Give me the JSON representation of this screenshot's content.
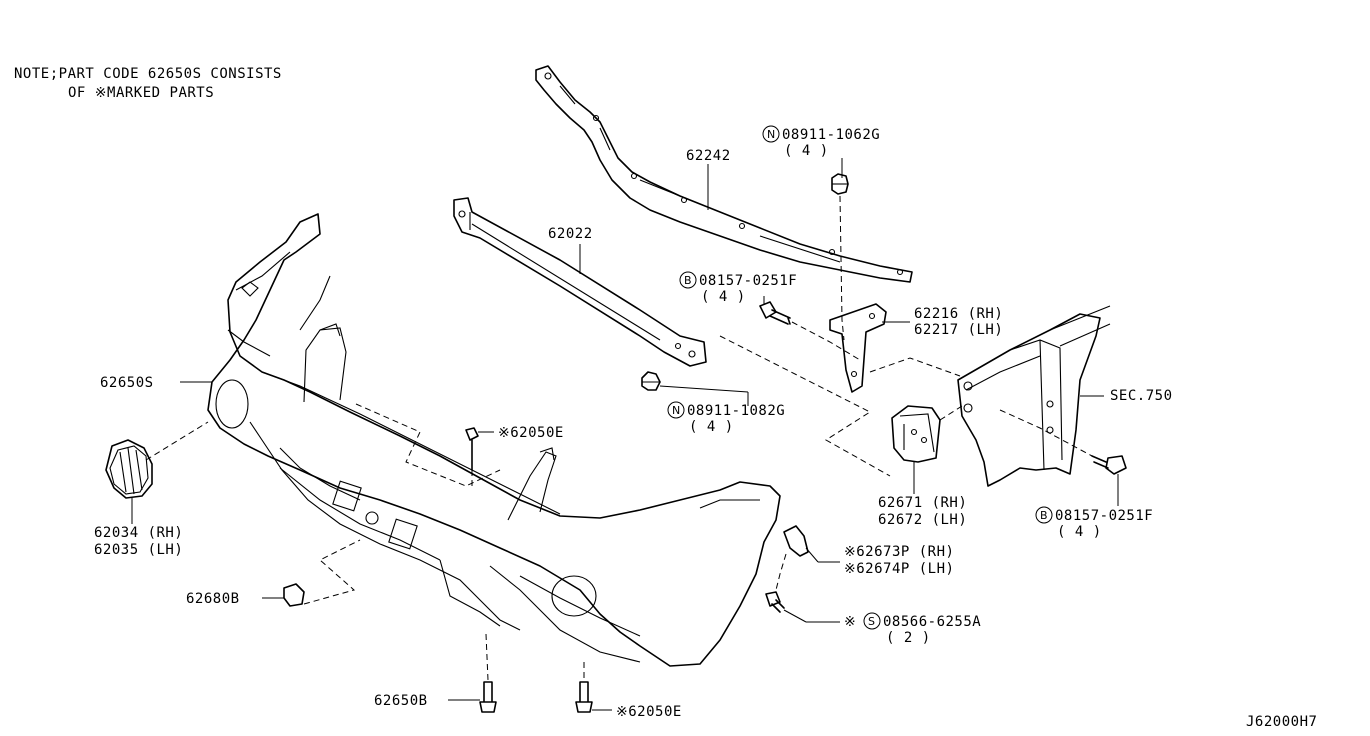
{
  "note": {
    "line1": "NOTE;PART CODE 62650S CONSISTS",
    "line2": "OF ※MARKED PARTS"
  },
  "diagram_code": "J62000H7",
  "labels": {
    "p62242": "62242",
    "p62022": "62022",
    "n08911_1062g": "08911-1062G",
    "n08911_1062g_qty": "( 4 )",
    "b08157_top": "08157-0251F",
    "b08157_top_qty": "( 4 )",
    "p62216": "62216 (RH)",
    "p62217": "62217 (LH)",
    "sec750": "SEC.750",
    "p62650s": "62650S",
    "n08911_1082g": "08911-1082G",
    "n08911_1082g_qty": "( 4 )",
    "p62050e_top": "※62050E",
    "p62671": "62671 (RH)",
    "p62672": "62672 (LH)",
    "b08157_right": "08157-0251F",
    "b08157_right_qty": "( 4 )",
    "p62034": "62034 (RH)",
    "p62035": "62035 (LH)",
    "p62673p": "※62673P (RH)",
    "p62674p": "※62674P (LH)",
    "p62680b": "62680B",
    "s08566": "08566-6255A",
    "s08566_prefix": "※",
    "s08566_qty": "( 2 )",
    "p62650b": "62650B",
    "p62050e_bottom": "※62050E"
  },
  "symbols": {
    "nut": "N",
    "bolt": "B",
    "screw": "S"
  }
}
